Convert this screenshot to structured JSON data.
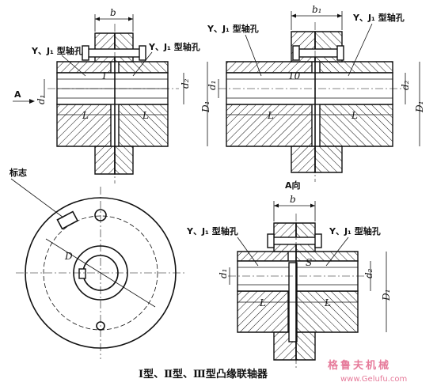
{
  "labels": {
    "yj_bore": "Y、J₁ 型轴孔",
    "mark": "标志",
    "view_a": "A向",
    "arrow_a": "A",
    "dim_b": "b",
    "dim_b1": "b₁",
    "dim_d1": "d₁",
    "dim_d2": "d₂",
    "dim_D1": "D₁",
    "dim_D": "D",
    "dim_L": "L",
    "dim_S": "S",
    "dim_1": "1",
    "dim_10": "10"
  },
  "caption": "Ⅰ型、Ⅱ型、Ⅲ型凸缘联轴器",
  "watermark": {
    "cn": "格鲁夫机械",
    "url": "www.Gelufu.com"
  },
  "colors": {
    "line": "#111111",
    "watermark": "#e67a9a"
  }
}
